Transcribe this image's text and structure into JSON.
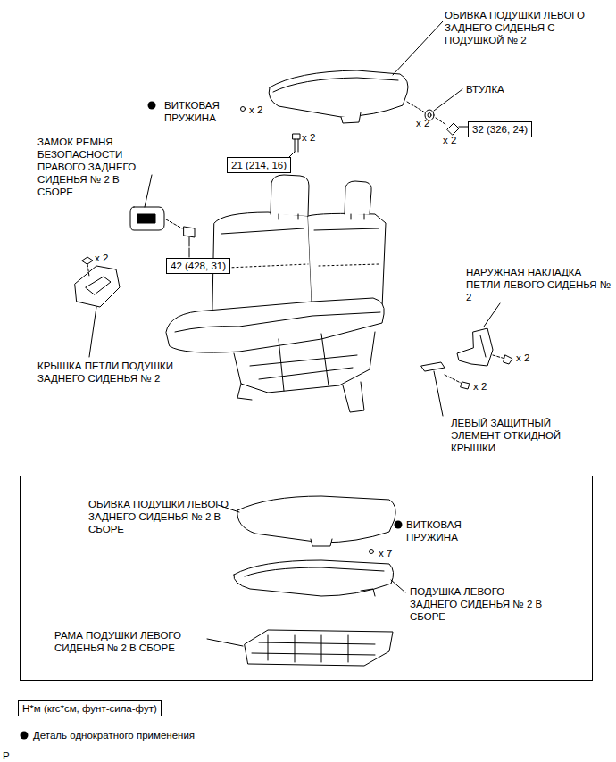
{
  "diagram": {
    "nodes": [
      {
        "text": [
          "32 (326, 24)"
        ]
      },
      {
        "text": [
          "21 (214, 16)"
        ]
      },
      {
        "text": [
          "42 (428, 31)"
        ]
      },
      {
        "text": [
          "ОБИВКА ПОДУШКИ ЛЕВОГО ЗАДНЕГО СИДЕНЬЯ № 2 В СБОРЕ",
          "ВИТКОВАЯ ПРУЖИНА",
          "x 7",
          "ПОДУШКА ЛЕВОГО ЗАДНЕГО СИДЕНЬЯ № 2 В СБОРЕ",
          "РАМА ПОДУШКИ ЛЕВОГО СИДЕНЬЯ № 2 В СБОРЕ"
        ]
      },
      {
        "text": [
          "Н*м (кгс*см, фунт-сила-фут)"
        ]
      }
    ],
    "labels": [
      "ОБИВКА ПОДУШКИ ЛЕВОГО ЗАДНЕГО СИДЕНЬЯ С ПОДУШКОЙ № 2",
      "ВТУЛКА",
      "ВИТКОВАЯ ПРУЖИНА",
      "x 2",
      "x 2",
      "x 2",
      "ЗАМОК РЕМНЯ БЕЗОПАСНОСТИ ПРАВОГО ЗАДНЕГО СИДЕНЬЯ № 2 В СБОРЕ",
      "x 2",
      "x 2",
      "НАРУЖНАЯ НАКЛАДКА ПЕТЛИ ЛЕВОГО СИДЕНЬЯ № 2",
      "x 2",
      "КРЫШКА ПЕТЛИ ПОДУШКИ ЗАДНЕГО СИДЕНЬЯ № 2",
      "x 2",
      "ЛЕВЫЙ ЗАЩИТНЫЙ ЭЛЕМЕНТ ОТКИДНОЙ КРЫШКИ",
      "P"
    ],
    "legend": [
      {
        "text": "Деталь однократного применения"
      }
    ]
  }
}
